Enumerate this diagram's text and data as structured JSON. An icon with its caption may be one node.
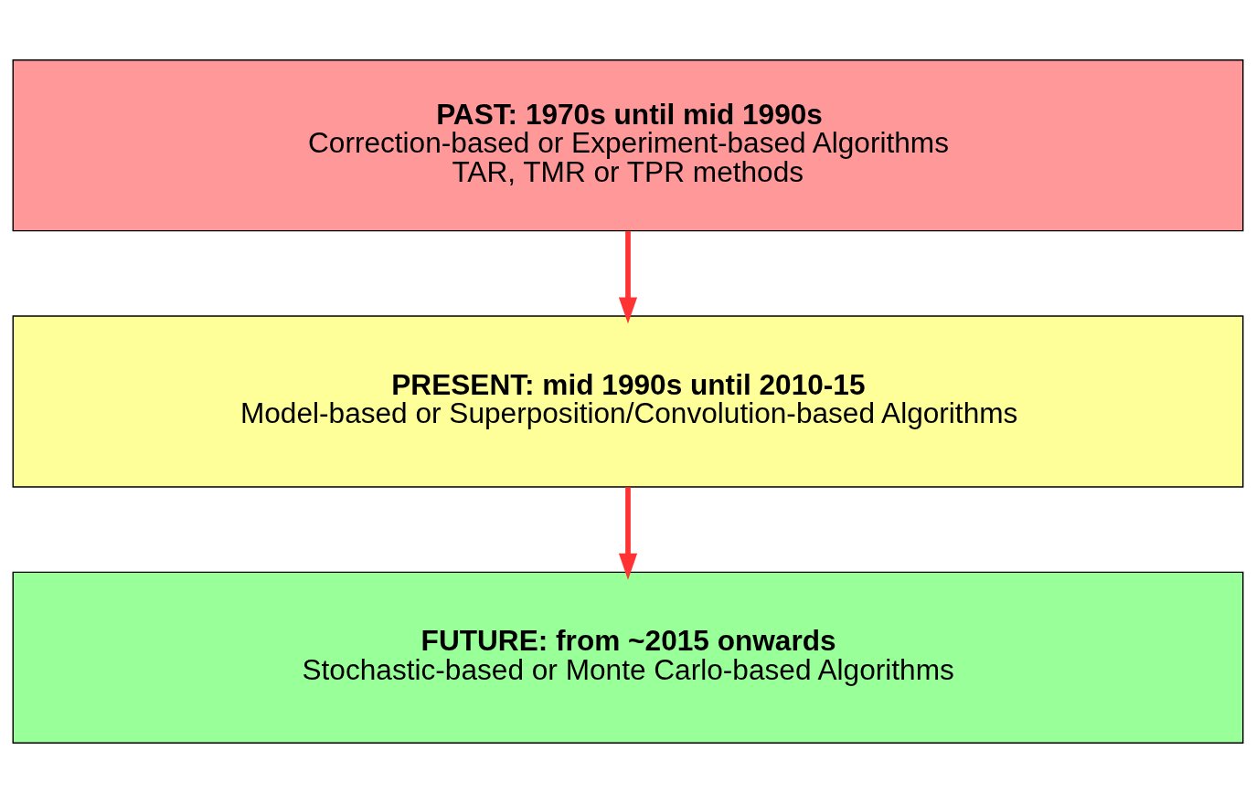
{
  "diagram": {
    "nodes": [
      {
        "text": [
          "PAST: 1970s until mid 1990s",
          "Correction-based or Experiment-based Algorithms",
          "TAR, TMR or TPR methods"
        ]
      },
      {
        "text": [
          "PRESENT: mid 1990s until 2010-15",
          "Model-based or Superposition/Convolution-based Algorithms"
        ]
      },
      {
        "text": [
          "FUTURE: from ~2015 onwards",
          "Stochastic-based or Monte Carlo-based Algorithms"
        ]
      }
    ],
    "edges": [
      {
        "from": 0,
        "to": 1,
        "arrow": "to"
      },
      {
        "from": 1,
        "to": 2,
        "arrow": "to"
      }
    ]
  }
}
